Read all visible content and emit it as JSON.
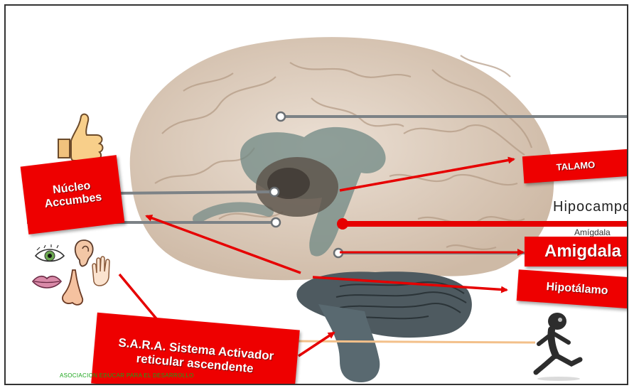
{
  "labels": {
    "nucleo": "Núcleo Accumbes",
    "talamo": "TALAMO",
    "hipocampo": "Hipocampo",
    "amigdala": "Amigdala",
    "hipotalamo": "Hipotálamo",
    "sara": "S.A.R.A. Sistema Activador reticular ascendente",
    "amigdala_partial": "Amígdala"
  },
  "footer": "ASOCIACION EDUCAR PARA EL DESARROLLO",
  "colors": {
    "label_bg": "#ee0000",
    "arrow": "#e60000",
    "brain": "#d9c7b5",
    "limbic": "#6f8884",
    "cerebellum": "#4e5a60",
    "footer": "#18a418"
  },
  "icons": [
    "thumbs-up-icon",
    "eye-icon",
    "ear-icon",
    "hand-icon",
    "lips-icon",
    "nose-icon",
    "running-figure-icon"
  ]
}
